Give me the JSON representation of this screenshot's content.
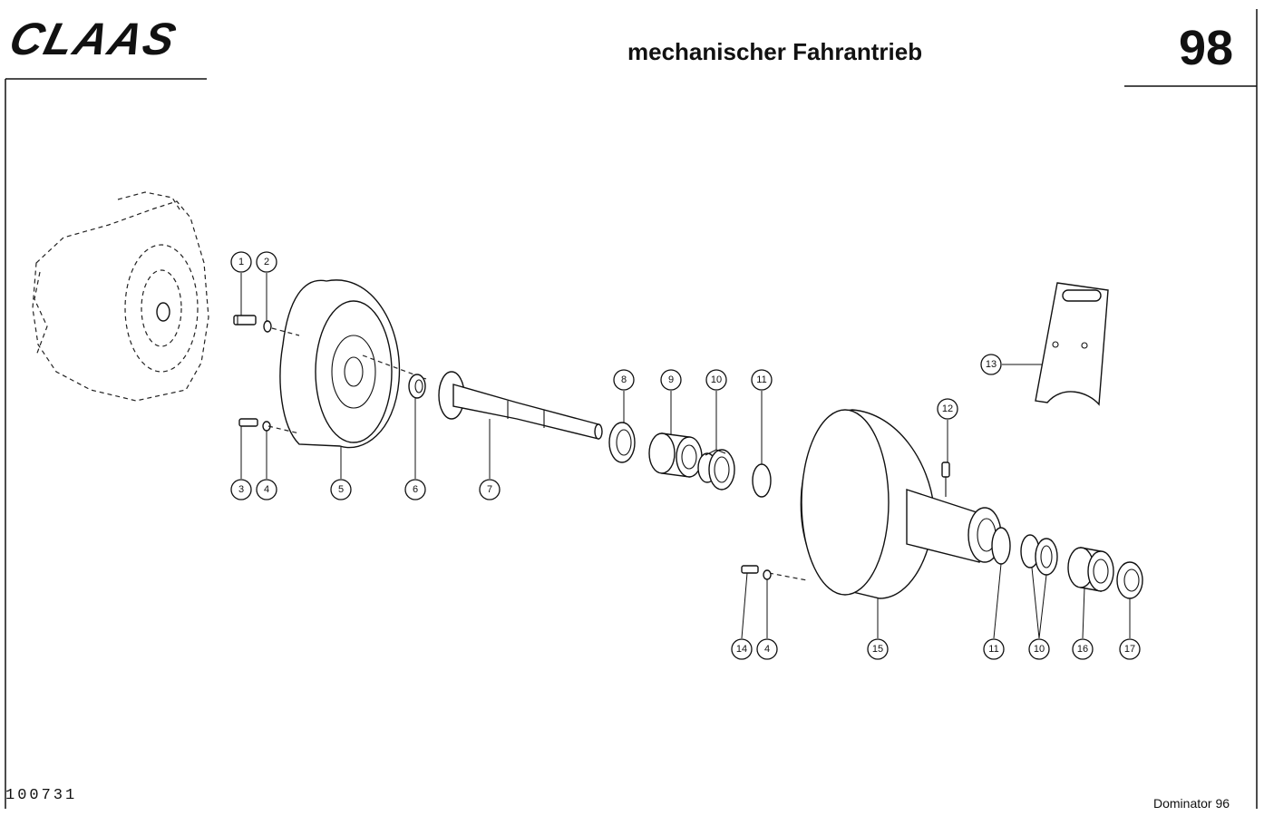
{
  "header": {
    "brand": "CLAAS",
    "title": "mechanischer Fahrantrieb",
    "page_number": "98"
  },
  "footer": {
    "document_number": "100731",
    "model": "Dominator 96"
  },
  "callouts": [
    "1",
    "2",
    "3",
    "4",
    "5",
    "6",
    "7",
    "8",
    "9",
    "10",
    "11",
    "12",
    "13",
    "14",
    "4",
    "15",
    "11",
    "10",
    "16",
    "17"
  ]
}
